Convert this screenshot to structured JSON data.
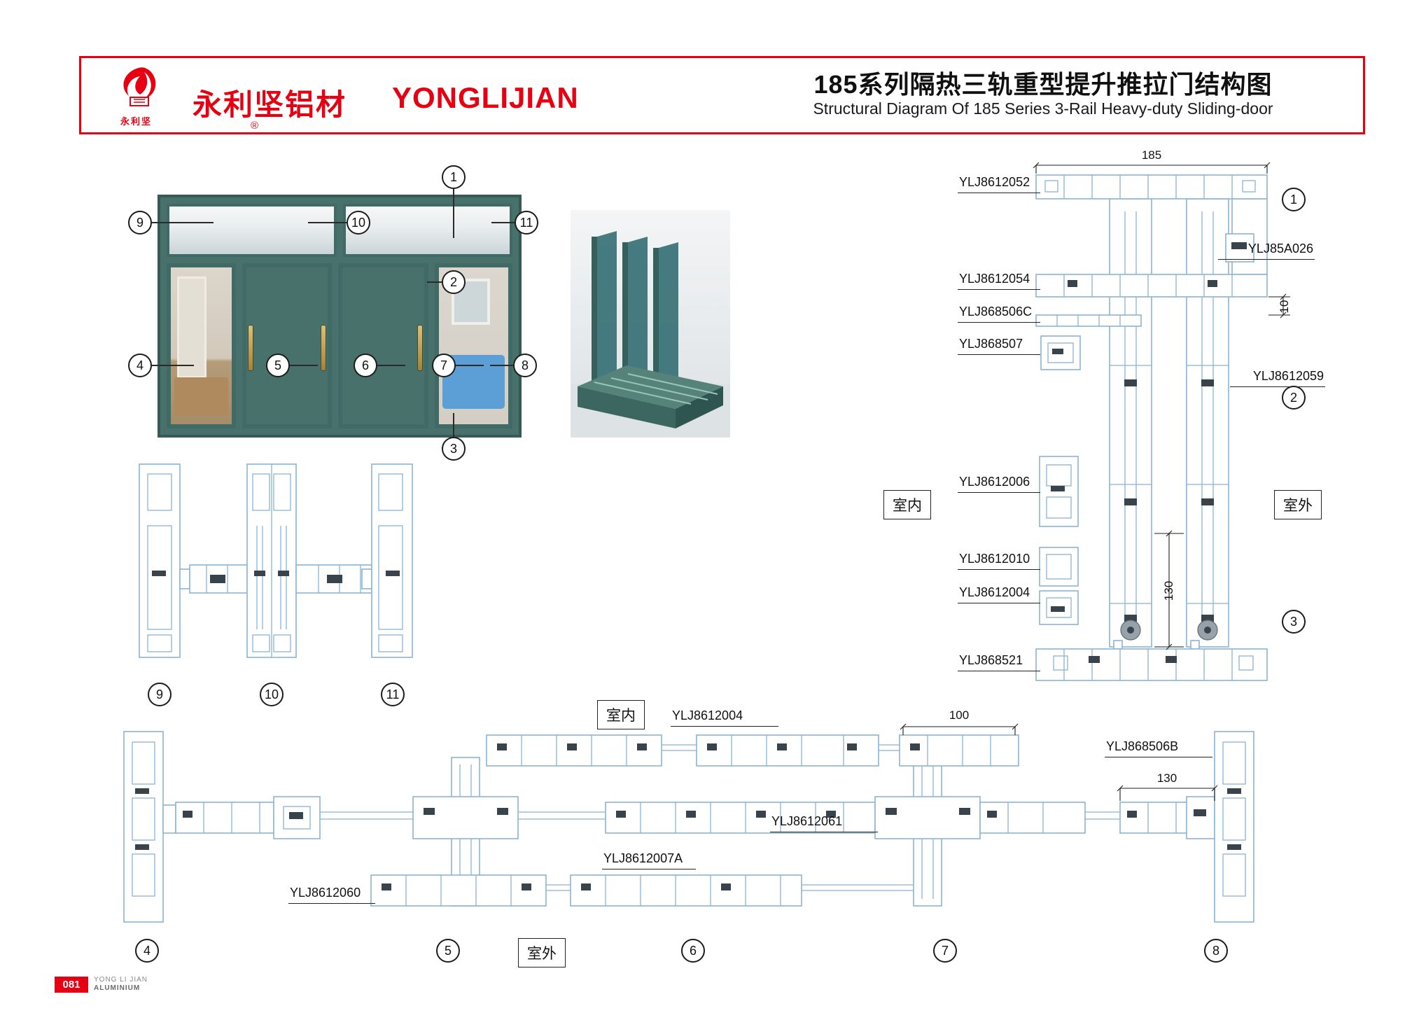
{
  "header": {
    "brand_cn": "永利坚铝材",
    "brand_en": "YONGLIJIAN",
    "registered": "®",
    "logo_seal": "永利坚",
    "title_cn": "185系列隔热三轨重型提升推拉门结构图",
    "title_en": "Structural Diagram Of 185 Series 3-Rail Heavy-duty Sliding-door"
  },
  "door": {
    "callouts": [
      "1",
      "2",
      "3",
      "4",
      "5",
      "6",
      "7",
      "8",
      "9",
      "10",
      "11"
    ]
  },
  "right_section": {
    "dim_width": "185",
    "dim_gap": "10",
    "dim_height": "130",
    "indoor": "室内",
    "outdoor": "室外",
    "callout_1": "1",
    "callout_2": "2",
    "callout_3": "3",
    "labels_left": [
      "YLJ8612052",
      "YLJ8612054",
      "YLJ868506C",
      "YLJ868507",
      "YLJ8612006",
      "YLJ8612010",
      "YLJ8612004",
      "YLJ868521"
    ],
    "labels_right": [
      "YLJ85A026",
      "YLJ8612059"
    ]
  },
  "mid_section": {
    "callout_9": "9",
    "callout_10": "10",
    "callout_11": "11"
  },
  "bottom_section": {
    "indoor": "室内",
    "outdoor": "室外",
    "dim_100": "100",
    "dim_130": "130",
    "label_ylj8612004": "YLJ8612004",
    "label_ylj868506b": "YLJ868506B",
    "label_ylj8612061": "YLJ8612061",
    "label_ylj8612007a": "YLJ8612007A",
    "label_ylj8612060": "YLJ8612060",
    "callout_4": "4",
    "callout_5": "5",
    "callout_6": "6",
    "callout_7": "7",
    "callout_8": "8"
  },
  "footer": {
    "page_number": "081",
    "brand_top": "YONG LI JIAN",
    "brand_bottom": "ALUMINIUM"
  }
}
